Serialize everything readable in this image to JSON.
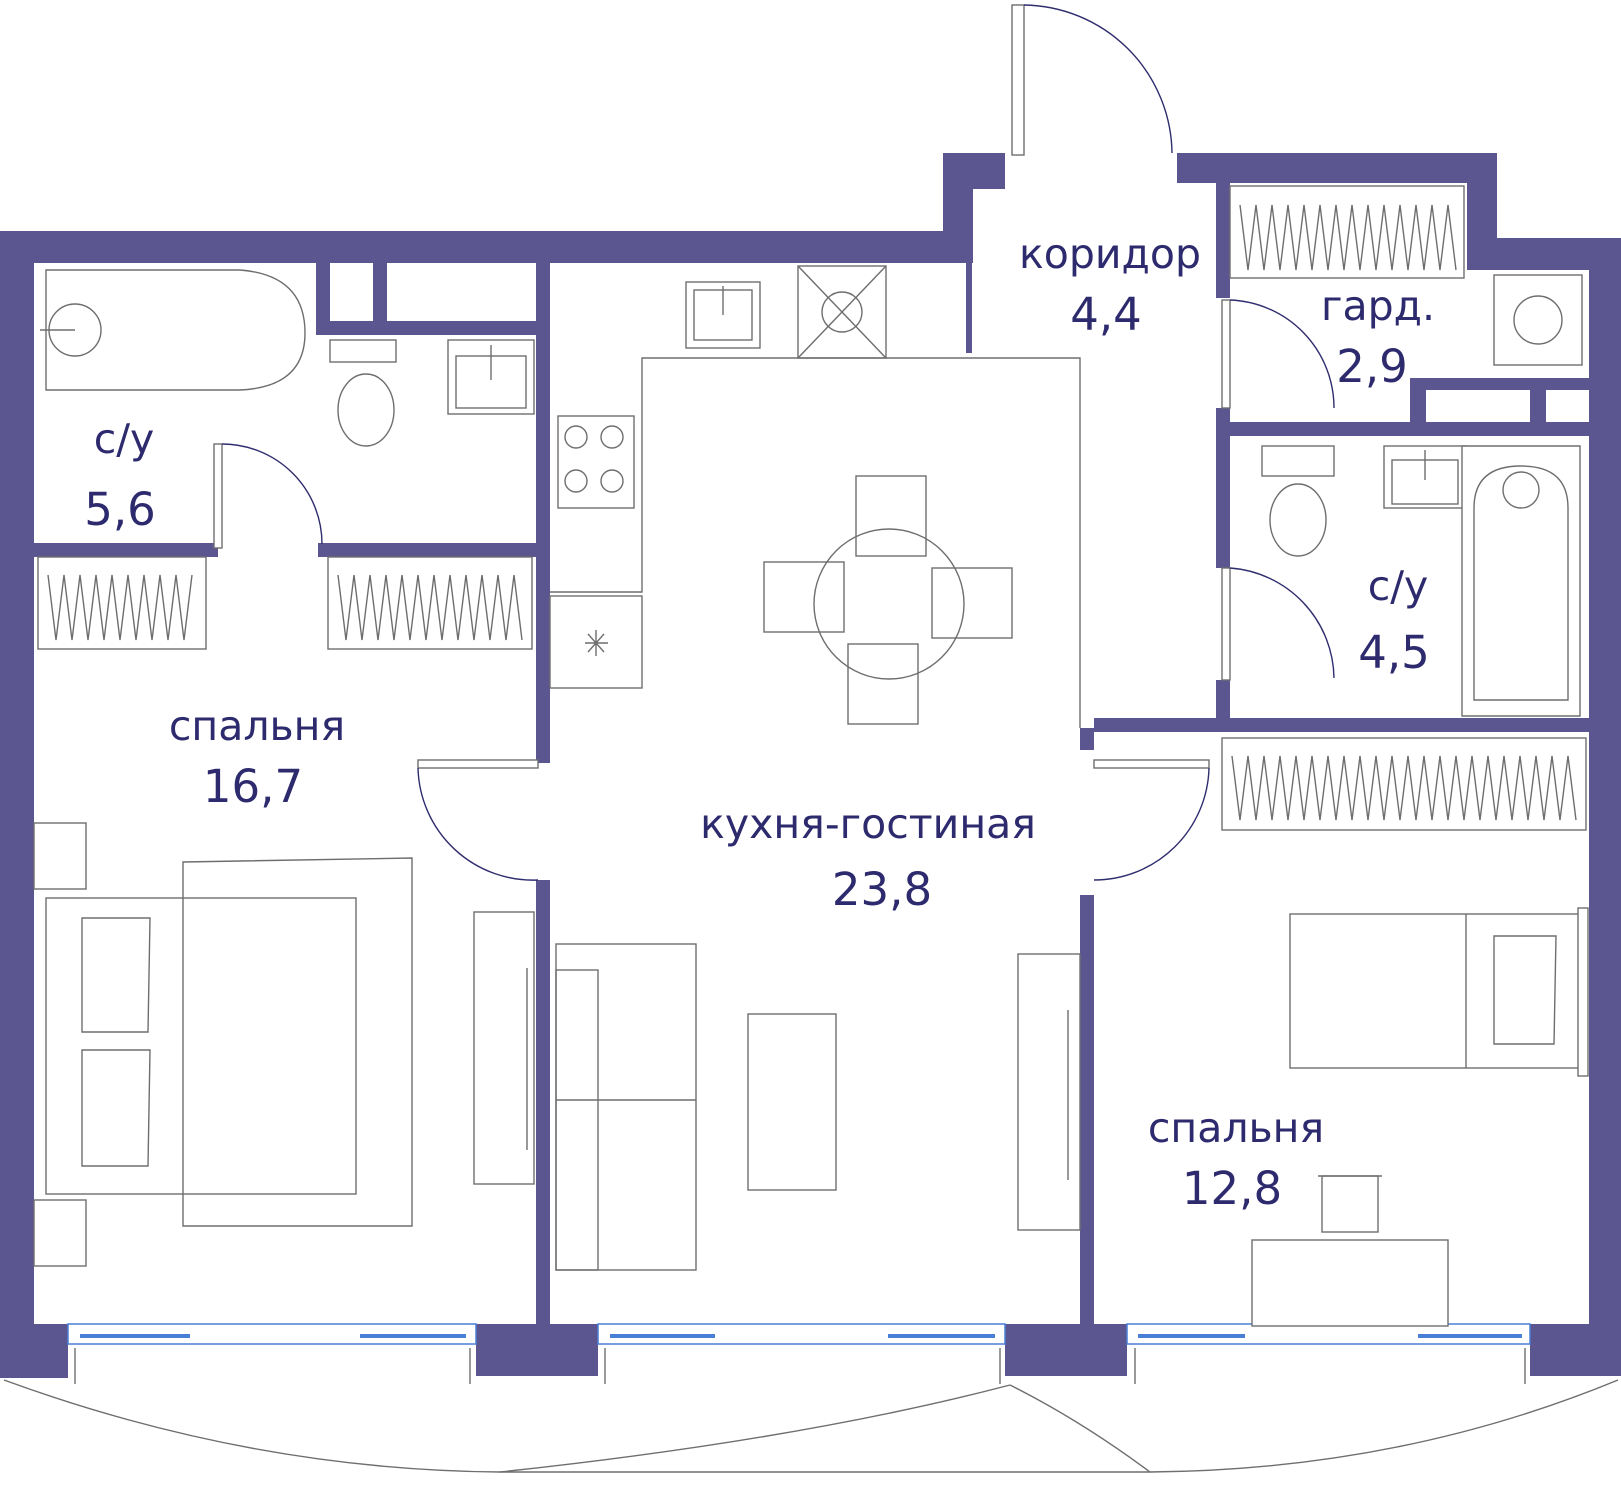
{
  "plan": {
    "accent_color": "#5b5590",
    "rooms": [
      {
        "id": "bath-left",
        "label": "с/у",
        "area": "5,6"
      },
      {
        "id": "bedroom-left",
        "label": "спальня",
        "area": "16,7"
      },
      {
        "id": "kitchen-living",
        "label": "кухня-гостиная",
        "area": "23,8"
      },
      {
        "id": "corridor",
        "label": "коридор",
        "area": "4,4"
      },
      {
        "id": "wardrobe",
        "label": "гард.",
        "area": "2,9"
      },
      {
        "id": "bath-right",
        "label": "с/у",
        "area": "4,5"
      },
      {
        "id": "bedroom-right",
        "label": "спальня",
        "area": "12,8"
      }
    ]
  }
}
